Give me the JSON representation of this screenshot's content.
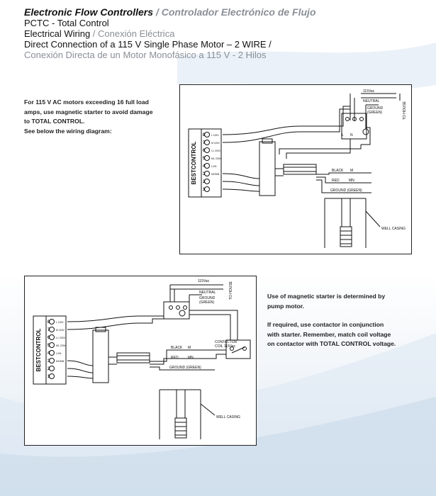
{
  "header": {
    "title_en": "Electronic Flow Controllers",
    "title_sep": " / ",
    "title_es": "Controlador Electrónico de Flujo",
    "product": "PCTC - Total Control",
    "section_en": "Electrical Wiring",
    "section_sep": " / ",
    "section_es": "Conexión Eléctrica",
    "subtitle_en": "Direct Connection of a 115 V Single Phase Motor – 2 WIRE /",
    "subtitle_es": "Conexión Directa de un Motor Monofásico a 115 V - 2 Hilos"
  },
  "notes": {
    "top": [
      "For 115 V AC motors exceeding 16 full load",
      "amps, use magnetic starter to avoid damage",
      "to TOTAL CONTROL.",
      "See below the wiring diagram:"
    ],
    "bottom_1": [
      "Use of magnetic starter is determined by",
      "pump motor."
    ],
    "bottom_2": [
      "If required, use contactor in conjunction",
      "with starter. Remember, match coil voltage",
      "on contactor with TOTAL CONTROL voltage."
    ]
  },
  "diagram1": {
    "brand": "BESTCONTROL",
    "terminals": [
      {
        "num": "8",
        "label": "L 115V"
      },
      {
        "num": "7",
        "label": "M 115V"
      },
      {
        "num": "6",
        "label": "L1 230V"
      },
      {
        "num": "5",
        "label": "M1 230V"
      },
      {
        "num": "4",
        "label": "L2/N"
      },
      {
        "num": "3",
        "label": "M2/MN"
      },
      {
        "num": "2",
        "label": ""
      },
      {
        "num": "1",
        "label": ""
      }
    ],
    "supply": "115Vac",
    "neutral": "NEUTRAL",
    "to_house": "TO HOUSE",
    "ground_label": [
      "GROUND",
      "(GREEN)"
    ],
    "box_l": "L",
    "box_n": "N",
    "black": "BLACK",
    "black_term": "M",
    "red": "RED",
    "red_term": "MN",
    "ground_green": "GROUND (GREEN)",
    "well_casing": "WELL CASING"
  },
  "diagram2": {
    "brand": "BESTCONTROL",
    "terminals": [
      {
        "num": "8",
        "label": "L 115V"
      },
      {
        "num": "7",
        "label": "M 115V"
      },
      {
        "num": "6",
        "label": "L1 230V"
      },
      {
        "num": "5",
        "label": "M1 230V"
      },
      {
        "num": "4",
        "label": "L2/N"
      },
      {
        "num": "3",
        "label": "M2/MN"
      },
      {
        "num": "2",
        "label": ""
      },
      {
        "num": "1",
        "label": ""
      }
    ],
    "supply": "115Vac",
    "neutral": "NEUTRAL",
    "to_house": "TO HOUSE",
    "ground_label": [
      "GROUND",
      "(GREEN)"
    ],
    "contactor": [
      "CONTACTOR",
      "COIL 115Vac"
    ],
    "black": "BLACK",
    "black_term": "M",
    "red": "RED",
    "red_term": "MN",
    "ground_green": "GROUND (GREEN)",
    "well_casing": "WELL CASING"
  }
}
